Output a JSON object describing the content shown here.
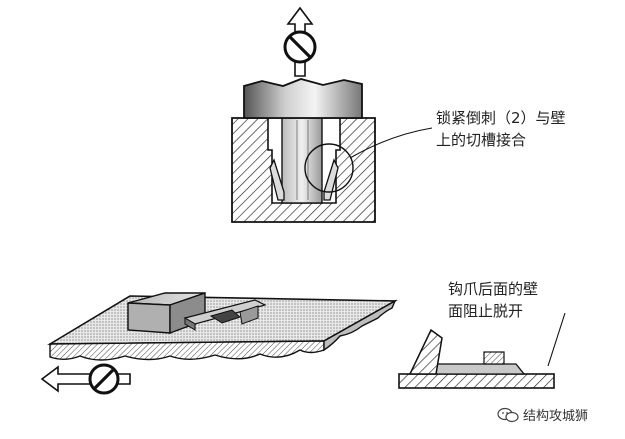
{
  "annotations": {
    "top": {
      "line1": "锁紧倒刺（2）与壁",
      "line2": "上的切槽接合"
    },
    "bottom": {
      "line1": "钩爪后面的壁",
      "line2": "面阻止脱开"
    }
  },
  "watermark": {
    "icon": "wechat-icon",
    "text": "结构攻城狮"
  },
  "icons": [
    "no-pull-up-icon",
    "no-slide-left-icon"
  ]
}
